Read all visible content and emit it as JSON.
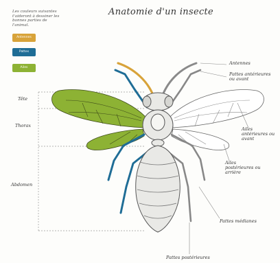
{
  "title": "Anatomie d'un insecte",
  "legend": {
    "instruction": "Les couleurs suivantes t'aideront à dessiner les bonnes parties de l'animal.",
    "items": [
      {
        "label": "Antennes",
        "color": "#d8a33a"
      },
      {
        "label": "Pattes",
        "color": "#1f6d96"
      },
      {
        "label": "Ailes",
        "color": "#8db234"
      }
    ]
  },
  "body_labels": {
    "tete": "Tête",
    "thorax": "Thorax",
    "abdomen": "Abdomen"
  },
  "part_labels": {
    "antennes": "Antennes",
    "pattes_anterieures": "Pattes antérieures ou avant",
    "ailes_anterieures": "Ailes antérieures ou avant",
    "ailes_posterieures": "Ailes postérieures ou arrière",
    "pattes_mediane": "Pattes médianes",
    "pattes_posterieures": "Pattes postérieures"
  },
  "colors": {
    "body_fill": "#e9e9e6",
    "outline": "#555555",
    "wing_right": "#ffffff",
    "guide": "#9a9a9a"
  }
}
